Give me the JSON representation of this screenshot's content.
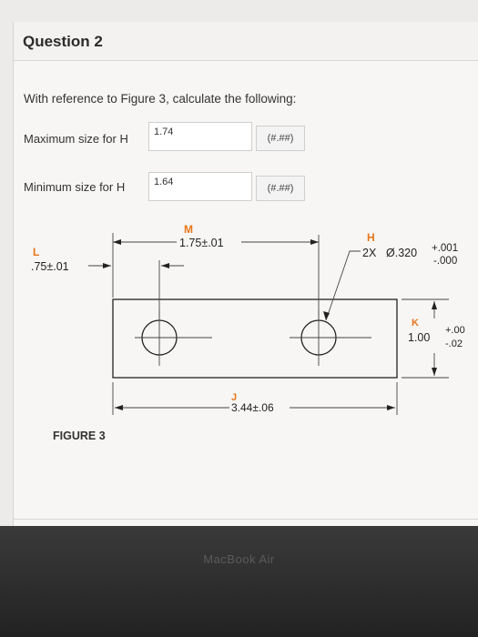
{
  "question": {
    "title": "Question 2",
    "prompt": "With reference to Figure 3, calculate the following:"
  },
  "fields": [
    {
      "label": "Maximum size for H",
      "value": "1.74",
      "format": "(#.##)"
    },
    {
      "label": "Minimum size for H",
      "value": "1.64",
      "format": "(#.##)"
    }
  ],
  "figure": {
    "caption": "FIGURE 3",
    "labels": {
      "L": "L",
      "L_dim": ".75±.01",
      "M": "M",
      "M_dim": "1.75±.01",
      "H": "H",
      "H_prefix": "2X",
      "H_dim": "Ø.320",
      "H_plus": "+.001",
      "H_minus": "-.000",
      "K": "K",
      "K_dim": "1.00",
      "K_plus": "+.00",
      "K_minus": "-.02",
      "J": "J",
      "J_dim": "3.44±.06"
    },
    "letter_color": "#e8761a"
  },
  "device": {
    "brand": "MacBook Air"
  }
}
